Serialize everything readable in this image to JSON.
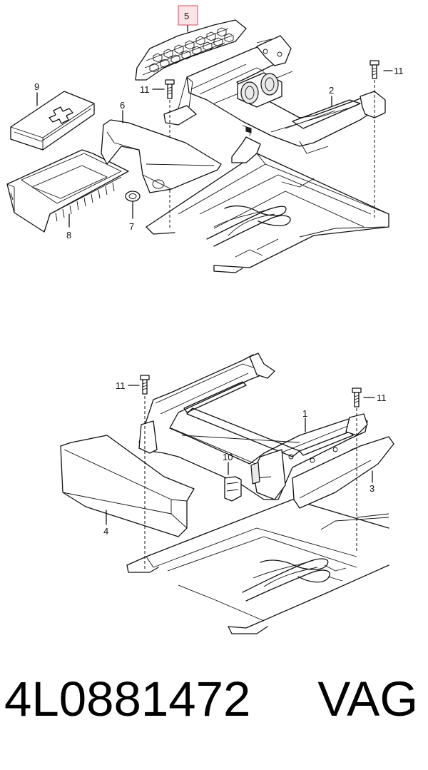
{
  "callouts": {
    "part_1": "1",
    "part_2": "2",
    "part_3": "3",
    "part_4": "4",
    "part_5": "5",
    "part_6": "6",
    "part_7": "7",
    "part_8": "8",
    "part_9": "9",
    "part_10": "10",
    "part_11": "11"
  },
  "highlighted_part": "5",
  "colors": {
    "highlight_fill": "#fbe3e6",
    "highlight_stroke": "#d44a5c",
    "ink": "#111111"
  },
  "footer": {
    "part_number": "4L0881472",
    "brand": "VAG"
  }
}
